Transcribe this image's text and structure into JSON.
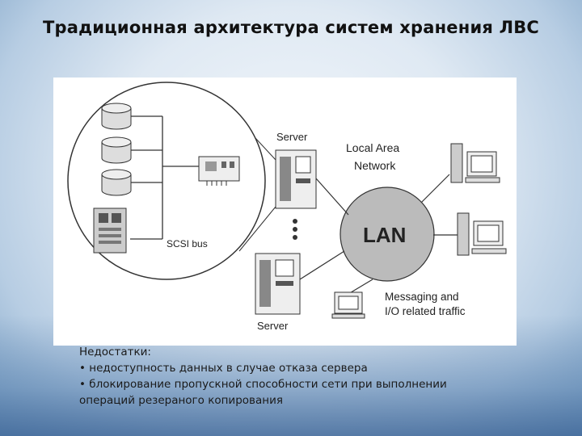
{
  "slide": {
    "title": "Традиционная архитектура систем хранения ЛВС"
  },
  "diagram": {
    "labels": {
      "server_top": "Server",
      "server_bottom": "Server",
      "lan_title_line1": "Local Area",
      "lan_title_line2": "Network",
      "lan": "LAN",
      "scsi_bus": "SCSI bus",
      "traffic_line1": "Messaging and",
      "traffic_line2": "I/O related traffic"
    }
  },
  "notes": {
    "heading": "Недостатки:",
    "bullet1": "• недоступность данных в случае отказа сервера",
    "bullet2_line1": "• блокирование пропускной способности сети при выполнении",
    "bullet2_line2": "операций резераного копирования"
  }
}
